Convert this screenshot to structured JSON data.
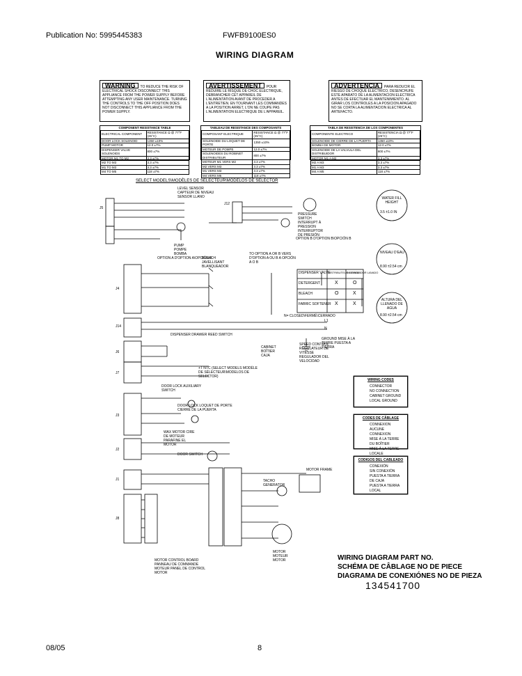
{
  "header": {
    "publication": "Publication No: 5995445383",
    "model": "FWFB9100ES0",
    "title": "WIRING DIAGRAM"
  },
  "footer": {
    "date": "08/05",
    "page": "8"
  },
  "warnings": [
    {
      "title": "WARNING",
      "text": "TO REDUCE THE RISK OF ELECTRICAL SHOCK DISCONNECT THIS APPLIANCE FROM THE POWER SUPPLY BEFORE ATTEMPTING ANY USER MAINTENANCE. TURNING THE CONTROLS TO THE OFF POSITION DOES NOT DISCONNECT THIS APPLIANCE FROM THE POWER SUPPLY."
    },
    {
      "title": "AVERTISSEMENT",
      "text": "POUR REDUIRE LE RISQUE DE CHOC ELECTRIQUE, DEBRANCHER CET APPAREIL DE L'ALIMENTATION AVANT DE PROCEDER A L'ENTRETIEN. EN TOURNANT LES COMMANDES A LA POSITION ARRET, L'ON NE COUPE PAS L'ALIMENTATION ELECTRIQUE DE L'APPAREIL."
    },
    {
      "title": "ADVERTENCIA",
      "text": "PARA REDUCIR EL RIESGO DE CHOQUE ELECTRICO, DESENCHUFE ESTE APARATO DE LA ALIMENTACION ELECTRICA ANTES DE EFECTUAR EL MANTENIMIENTO. AL GIRAR LOS CONTROLES A LA POSICION APAGADO NO SE CORTA LA ALIMENTACION ELECTRICA AL ARTEFACTO."
    }
  ],
  "tables": [
    {
      "title": "COMPONENT RESISTANCE TABLE",
      "rows": [
        [
          "ELECTRICAL COMPONENT",
          "RESISTANCE Ω @ 77°F (25°C)"
        ],
        [
          "DOOR LOCK SOLENOID",
          "1350 ±10%"
        ],
        [
          "PUMP MOTOR",
          "12.0 ±7%"
        ],
        [
          "DISPENSER VALVE SOLENOIDS",
          "800 ±7%"
        ],
        [
          "MOTOR  M1 TO M2",
          "3.3 ±7%"
        ],
        [
          "M2 TO M3",
          "3.3 ±7%"
        ],
        [
          "M1 TO M3",
          "3.3 ±7%"
        ],
        [
          "M4 TO M5",
          "118 ±7%"
        ]
      ]
    },
    {
      "title": "TABLEAU DE RESISTANCE DES COMPOSANTS",
      "rows": [
        [
          "COMPOSANT ELECTRIQUE",
          "RESISTANCE Ω @ 77°F (25°C)"
        ],
        [
          "SOLENOIDE DU LOQUET DE PORTE",
          "1350 ±10%"
        ],
        [
          "MOTEUR DE POMPE",
          "12.0 ±7%"
        ],
        [
          "SOLENOIDES DU ROBINET DISTRIBUTEUR",
          "800 ±7%"
        ],
        [
          "MOTEUR  M1 VERS M2",
          "3.3 ±7%"
        ],
        [
          "M2 VERS M3",
          "3.3 ±7%"
        ],
        [
          "M1 VERS M3",
          "3.3 ±7%"
        ],
        [
          "M4 VERS M5",
          "118 ±7%"
        ]
      ]
    },
    {
      "title": "TABLA DE RESISTENCIA DE LOS COMPONENTES",
      "rows": [
        [
          "COMPONENTE ELECTRICO",
          "RESISTENCIA Ω @ 77°F (25°C)"
        ],
        [
          "SOLENOIDE DE CIERRE DE LA PUERTA",
          "1350 ±10%"
        ],
        [
          "BOMBA DE MOTOR",
          "12.0 ±7%"
        ],
        [
          "SOLENOIDE DE LA VALVULA DEL DISTRIBUIDOR",
          "800 ±7%"
        ],
        [
          "MOTOR  M1 A M2",
          "3.3 ±7%"
        ],
        [
          "M2 A M3",
          "3.3 ±7%"
        ],
        [
          "M1 A M3",
          "3.3 ±7%"
        ],
        [
          "M4 A M5",
          "118 ±7%"
        ]
      ]
    }
  ],
  "select_models": "SELECT MODELS\\MODÈLES DE SELECTEUR\\MODELOS DE SELECTOR",
  "labels": {
    "level_sensor": "LEVEL SENSOR CAPTEUR DE NIVEAU SENSOR LLANO",
    "option_a": "OPTION A D'OPTION A\\OPCIÓN A",
    "option_b": "OPTION B D'OPTION B\\OPCIÓN B",
    "to_option": "TO OPTION A OR B VERS D'OPTION A OU B A OPCIÓN A O B",
    "pump": "PUMP POMPE BOMBA",
    "pressure_switch": "PRESSURE SWITCH INTERRUPT À PRESSION INTERRUPTOR DE PRESIÓN",
    "bleach": "BLEACH JAVELLISANT BLANQUEADOR",
    "reed_switch": "DISPENSER DRAWER REED SWITCH",
    "ground": "GROUND MISE À LA TERRE PUESTA A TIERRA",
    "cabinet": "CABINET BOÎTIER CAJA",
    "speed_control": "SPEED CONTROL RÉGULATEUR DE VITESSE REGULADOR DEL VELOCIDAD",
    "ntc": "+T NTC (SELECT MODELS MODÈLE DE SÉLECTEUR\\MODELOS DE SELECTOR)",
    "door_lock_switch": "DOOR LOCK AUXILIARY SWITCH",
    "door_lock": "DOOR LOCK LOQUET DE PORTE CIERRE DE LA PUERTA",
    "wax_motor": "WAX MOTOR CIRE DE MOTEUR PARAFINE EL MOTOR",
    "door_switch": "DOOR SWITCH",
    "motor_control_board": "MOTOR CONTROL BOARD PANNEAU DE COMMANDE MOTEUR PANEL DE CONTROL MOTOR",
    "motor": "MOTOR MOTEUR MOTOR",
    "tacho": "TACHO GENERATOR",
    "motor_frame": "MOTOR FRAME",
    "l1": "L1",
    "n": "N",
    "closed": "N= CLOSED\\FERMÉ\\CERRADO"
  },
  "connectors": [
    "J5",
    "J12",
    "J4",
    "J14",
    "J6",
    "J7",
    "J3",
    "J2",
    "J1",
    "J8"
  ],
  "dials": [
    {
      "title": "WATER FILL HEIGHT",
      "value": "3.5 ±1.0 IN"
    },
    {
      "title": "NIVEAU D'EAU",
      "value": "8.90 ±2.54 cm"
    },
    {
      "title": "ALTURA DEL LLENADO DE AGUA",
      "value": "8.90 ±2.54 cm"
    }
  ],
  "dispenser_table": {
    "headers": [
      "DISPENSER VALVE",
      "DISTRIBUTEUR LAVAGE",
      "DISTRIBUIDOR LAVADO"
    ],
    "rows": [
      [
        "DETERGENT",
        "X",
        "O"
      ],
      [
        "BLEACH",
        "O",
        "X"
      ],
      [
        "FABRIC SOFTENER",
        "X",
        "X"
      ]
    ]
  },
  "legends": [
    {
      "title": "WIRING CODES",
      "items": [
        "CONNECTOR",
        "NO CONNECTION",
        "CABINET GROUND",
        "LOCAL GROUND"
      ]
    },
    {
      "title": "CODES DE CÂBLAGE",
      "items": [
        "CONNEXION",
        "AUCUNE CONNEXION",
        "MISE À LA TERRE DU BOÎTIER",
        "MISE À LA TERRE LOCALE"
      ]
    },
    {
      "title": "CODIGOS DEL CABLEADO",
      "items": [
        "CONEXIÓN",
        "SIN CONEXIÓN",
        "PUESTA A TIERRA DE CAJA",
        "PUESTA A TIERRA LOCAL"
      ]
    }
  ],
  "part_block": {
    "line1": "WIRING DIAGRAM PART NO.",
    "line2": "SCHÉMA DE CÂBLAGE NO DE PIECE",
    "line3": "DIAGRAMA DE CONEXIÓNES NO DE PIEZA",
    "number": "134541700"
  }
}
